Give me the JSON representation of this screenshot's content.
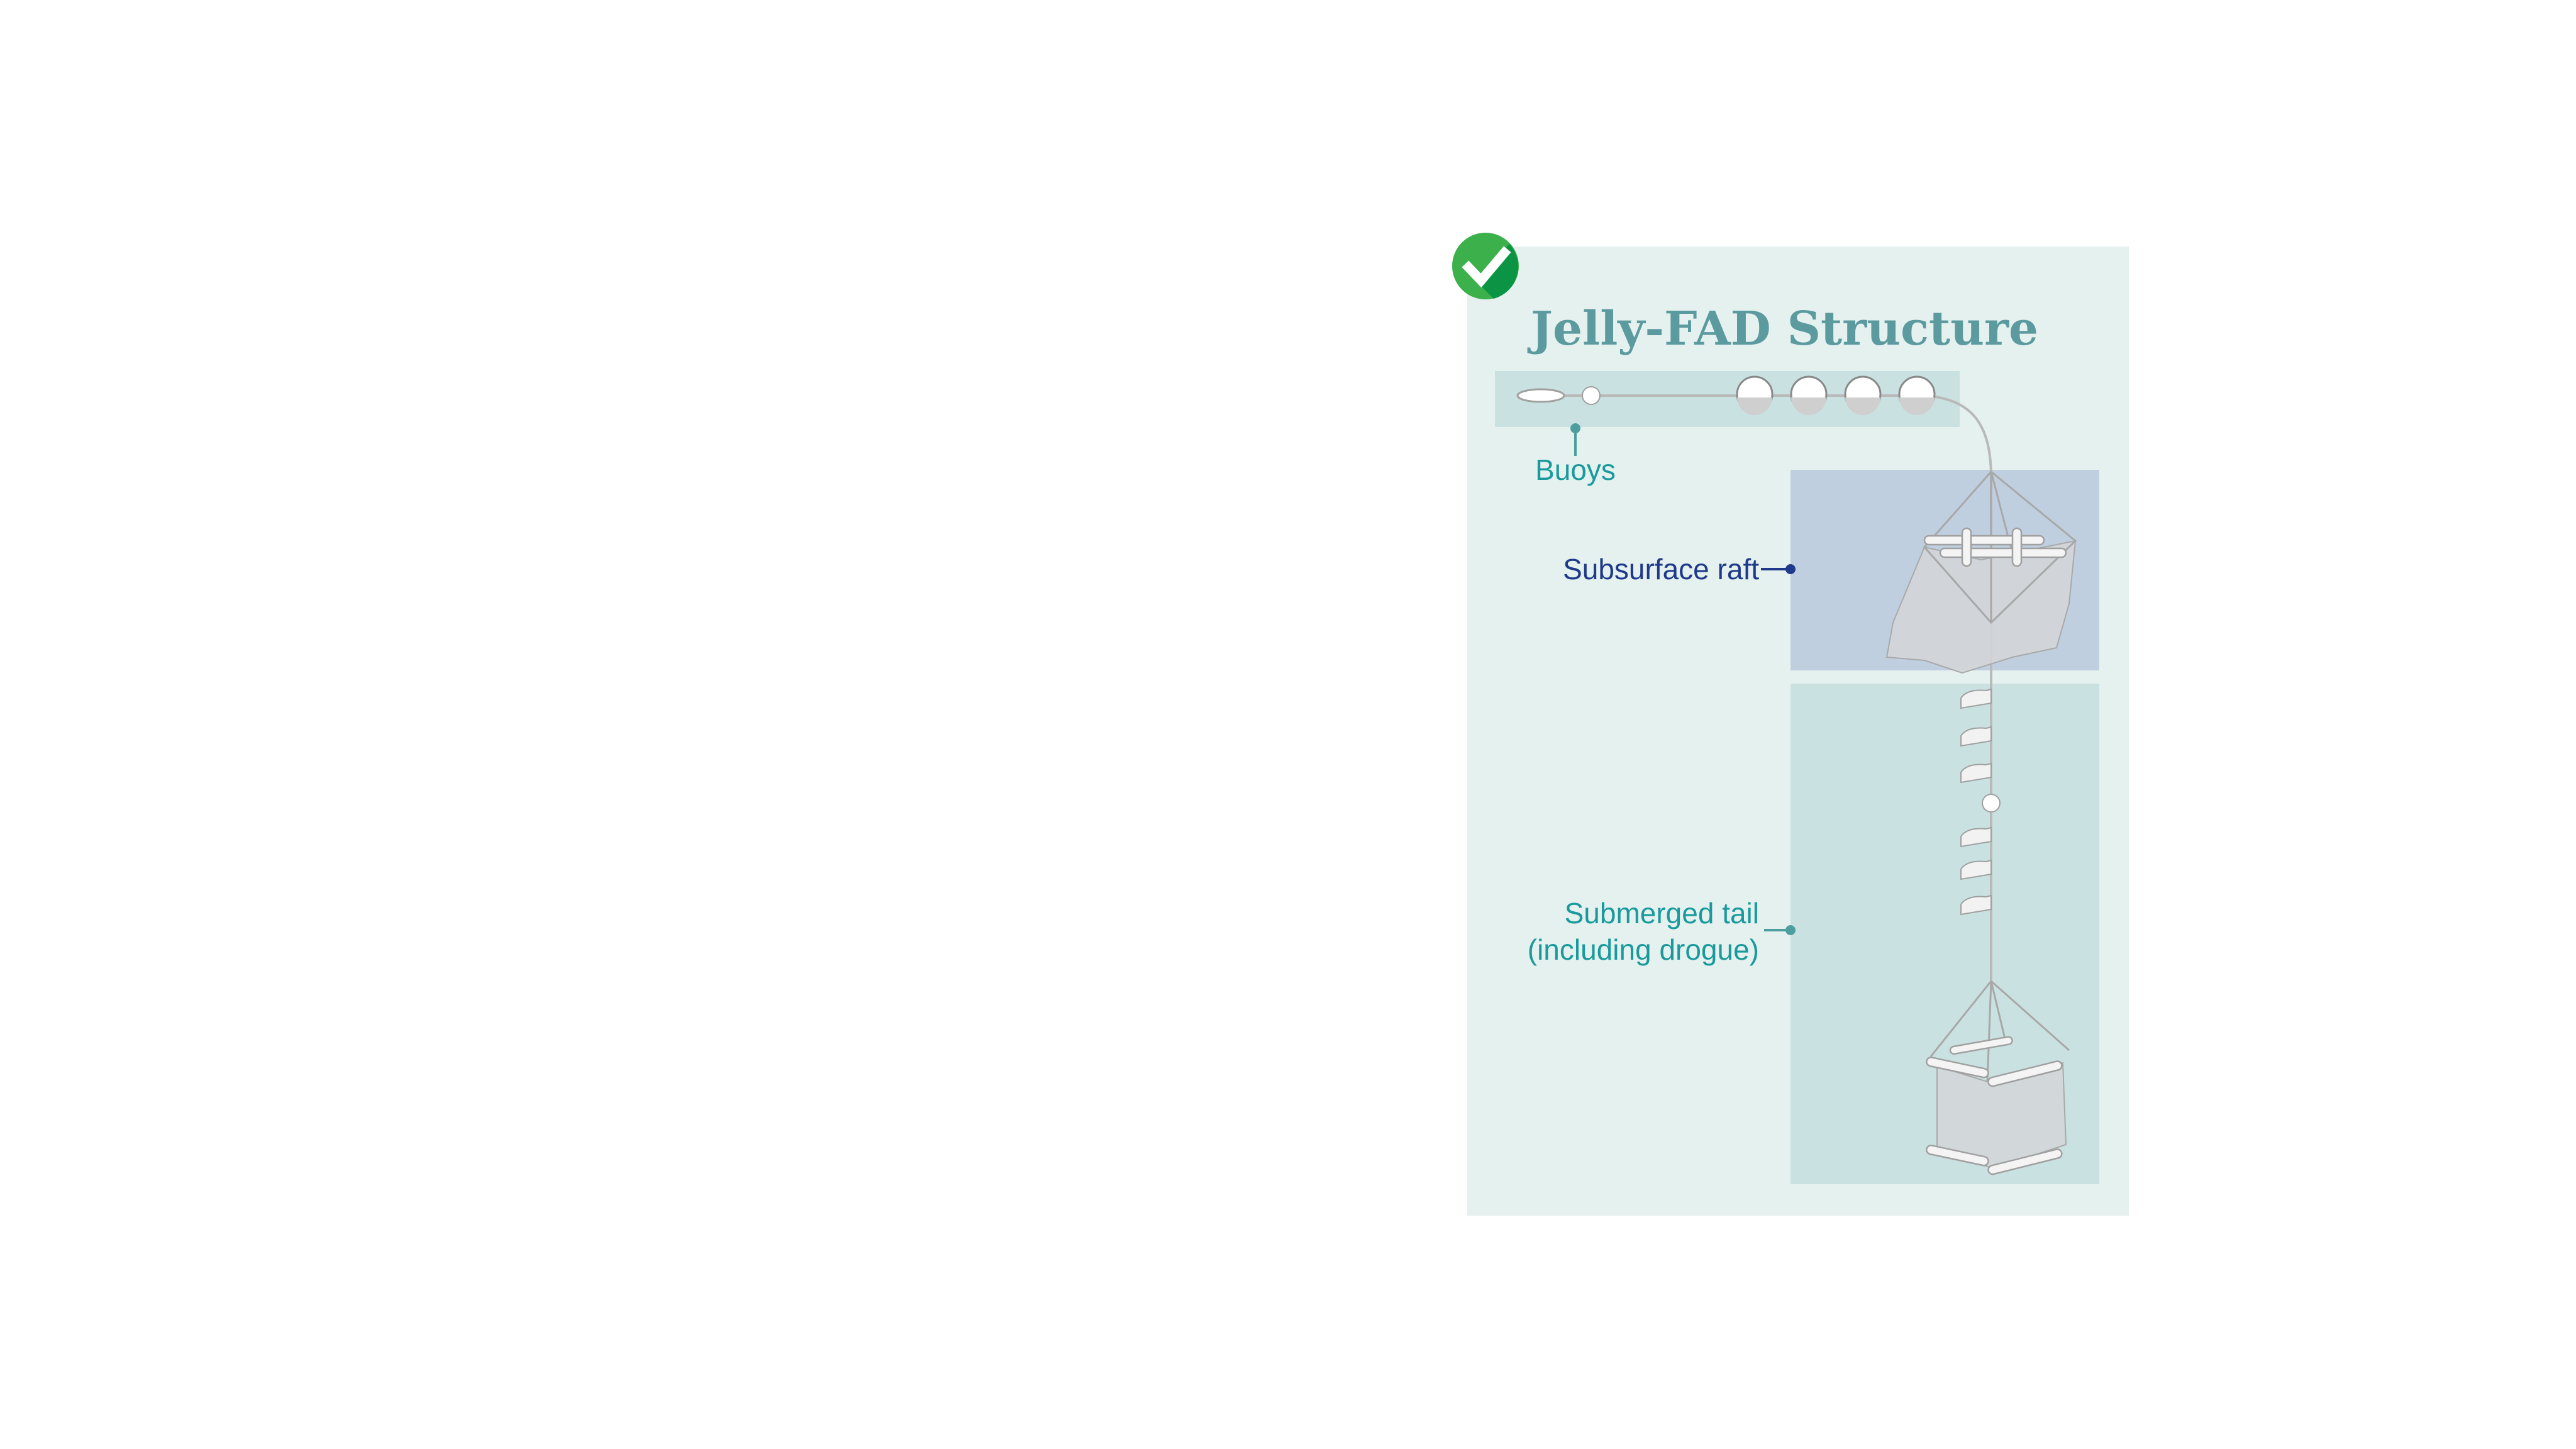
{
  "badge": {
    "icon": "check-circle-icon",
    "color": "#1ea04a"
  },
  "diagram": {
    "title": "Jelly-FAD Structure",
    "labels": {
      "buoys": "Buoys",
      "raft": "Subsurface raft",
      "tail_line1": "Submerged tail",
      "tail_line2": "(including drogue)"
    }
  },
  "colors": {
    "panel": "#e5f1ef",
    "surface_band": "#c9e2e1",
    "raft_band": "#bfcfdf",
    "tail_band": "#c9e2e1",
    "title": "#5b9a9f",
    "teal_label": "#1a9a9c",
    "navy_label": "#1f3a8a"
  }
}
